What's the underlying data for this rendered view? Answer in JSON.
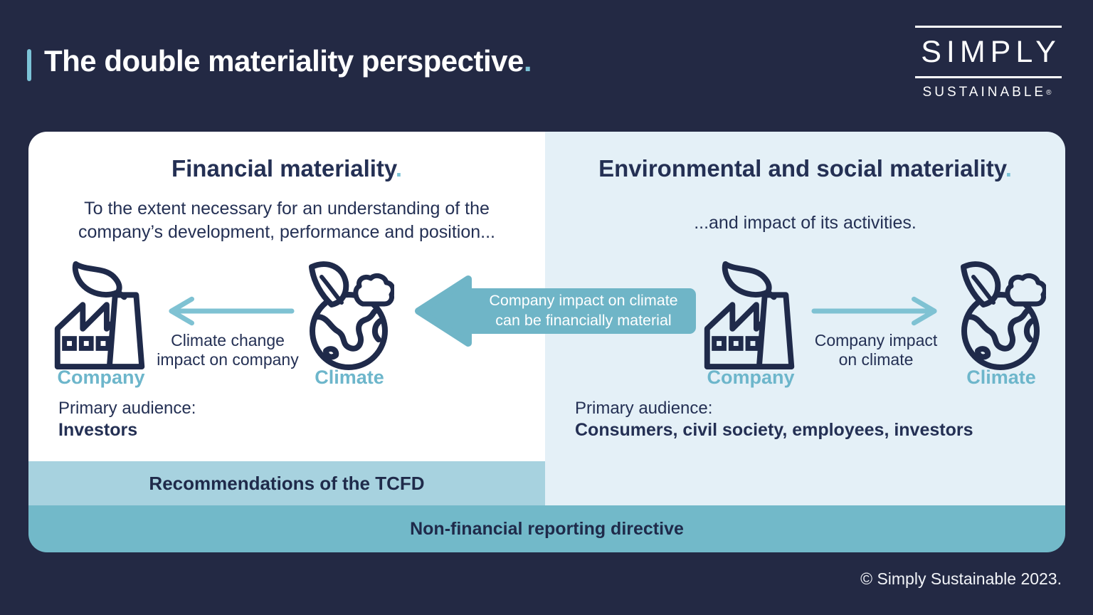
{
  "colors": {
    "background_navy": "#232944",
    "text_navy": "#243054",
    "teal_accent": "#7cc3d7",
    "entity_label_teal": "#6db6cb",
    "panel_white": "#ffffff",
    "panel_light_blue": "#e4f0f7",
    "tcfd_band": "#a7d2df",
    "nfrd_band": "#72b9c9",
    "impact_arrow_teal": "#6fb5c7"
  },
  "header": {
    "title": "The double materiality perspective",
    "title_period": ".",
    "logo": {
      "line1": "SIMPLY",
      "line2": "SUSTAINABLE",
      "registered": "®"
    }
  },
  "icons": {
    "company": "factory-icon",
    "climate": "globe-leaf-cloud-icon",
    "left_flow": "arrow-left-icon",
    "right_flow": "arrow-right-icon"
  },
  "left_panel": {
    "heading": "Financial materiality",
    "heading_period": ".",
    "description": "To the extent necessary for an understanding of the company’s development, performance and position...",
    "flow_caption_line1": "Climate change",
    "flow_caption_line2": "impact on company",
    "company_label": "Company",
    "climate_label": "Climate",
    "audience_label": "Primary audience:",
    "audience_value": "Investors",
    "band_label": "Recommendations of the TCFD"
  },
  "right_panel": {
    "heading": "Environmental and social materiality",
    "heading_period": ".",
    "description": "...and impact of its activities.",
    "flow_caption_line1": "Company impact",
    "flow_caption_line2": "on climate",
    "company_label": "Company",
    "climate_label": "Climate",
    "audience_label": "Primary audience:",
    "audience_value": "Consumers, civil society, employees, investors"
  },
  "impact_arrow": {
    "line1": "Company impact on climate",
    "line2": "can be financially material"
  },
  "bottom_band": {
    "label": "Non-financial reporting directive"
  },
  "footer": {
    "copyright": "© Simply Sustainable 2023."
  }
}
